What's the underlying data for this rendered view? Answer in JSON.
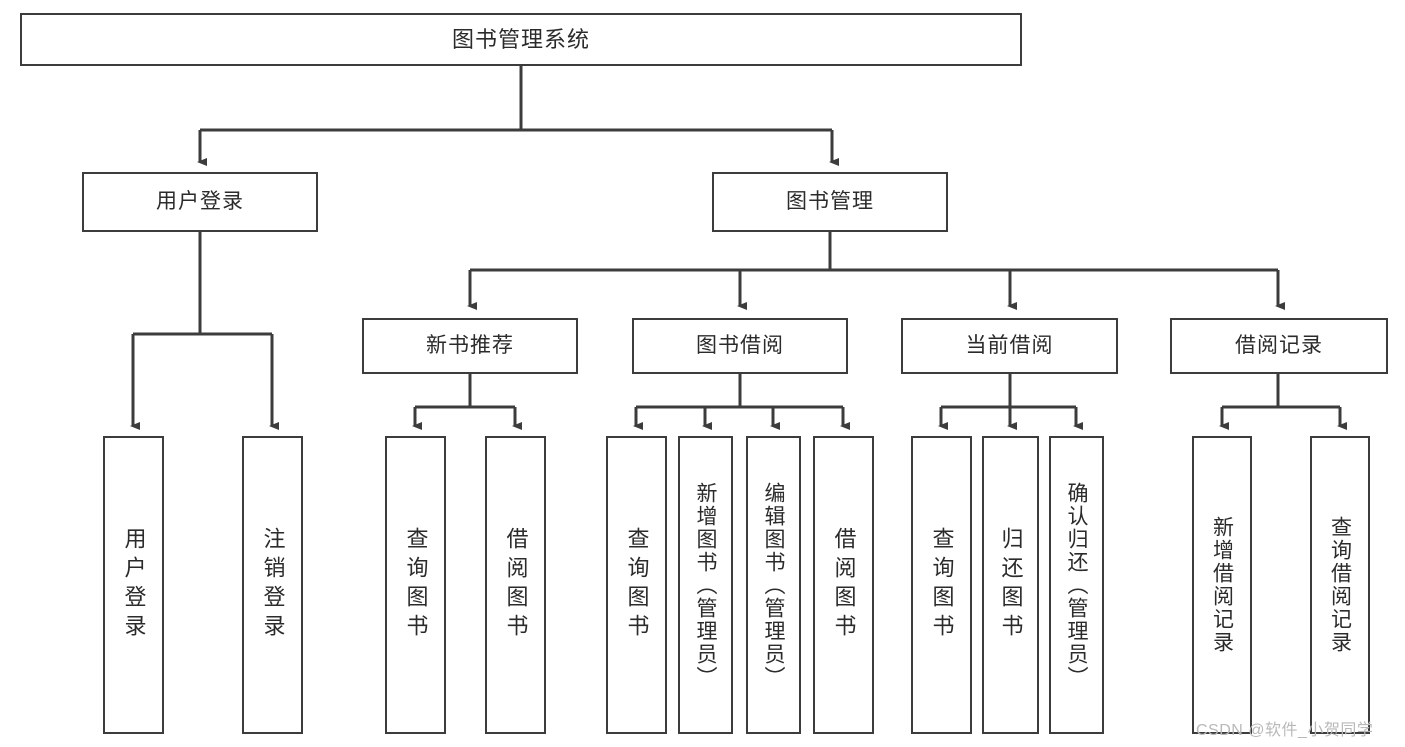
{
  "diagram": {
    "type": "hierarchy-tree",
    "title": "图书管理系统",
    "theme": {
      "background": "#ffffff",
      "stroke": "#3c3c3c",
      "text": "#2b2b2b",
      "watermark": "#b9b9b9"
    },
    "root": {
      "label": "图书管理系统"
    },
    "level1": [
      {
        "label": "用户登录"
      },
      {
        "label": "图书管理"
      }
    ],
    "level2": [
      {
        "label": "新书推荐"
      },
      {
        "label": "图书借阅"
      },
      {
        "label": "当前借阅"
      },
      {
        "label": "借阅记录"
      }
    ],
    "leaves": {
      "user_login": [
        {
          "label": "用户登录"
        },
        {
          "label": "注销登录"
        }
      ],
      "new_book_recommend": [
        {
          "label": "查询图书"
        },
        {
          "label": "借阅图书"
        }
      ],
      "book_borrow": [
        {
          "label": "查询图书"
        },
        {
          "label": "新增图书（管理员）"
        },
        {
          "label": "编辑图书（管理员）"
        },
        {
          "label": "借阅图书"
        }
      ],
      "current_borrow": [
        {
          "label": "查询图书"
        },
        {
          "label": "归还图书"
        },
        {
          "label": "确认归还（管理员）"
        }
      ],
      "borrow_record": [
        {
          "label": "新增借阅记录"
        },
        {
          "label": "查询借阅记录"
        }
      ]
    }
  },
  "watermark": {
    "text": "CSDN @软件_小贺同学"
  }
}
